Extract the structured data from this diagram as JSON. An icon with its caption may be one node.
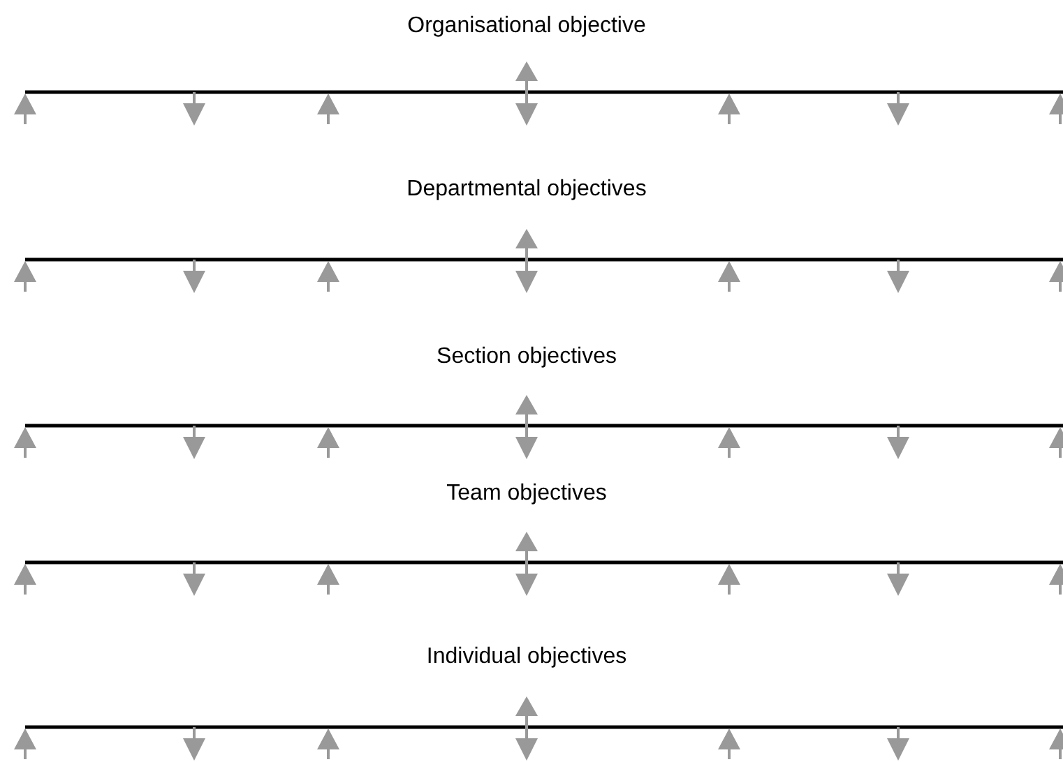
{
  "diagram": {
    "labels": [
      "Organisational objective",
      "Departmental objectives",
      "Section objectives",
      "Team objectives",
      "Individual objectives"
    ]
  }
}
